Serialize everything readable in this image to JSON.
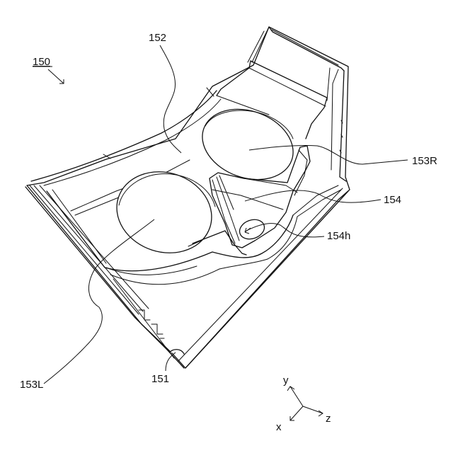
{
  "figure": {
    "device_label": "150",
    "labels": {
      "cover": "152",
      "right_lens": "153R",
      "nose_part": "154",
      "nose_hole": "154h",
      "left_lens": "153L",
      "tab": "151"
    },
    "axes": {
      "y": "y",
      "z": "z",
      "x": "x"
    }
  }
}
